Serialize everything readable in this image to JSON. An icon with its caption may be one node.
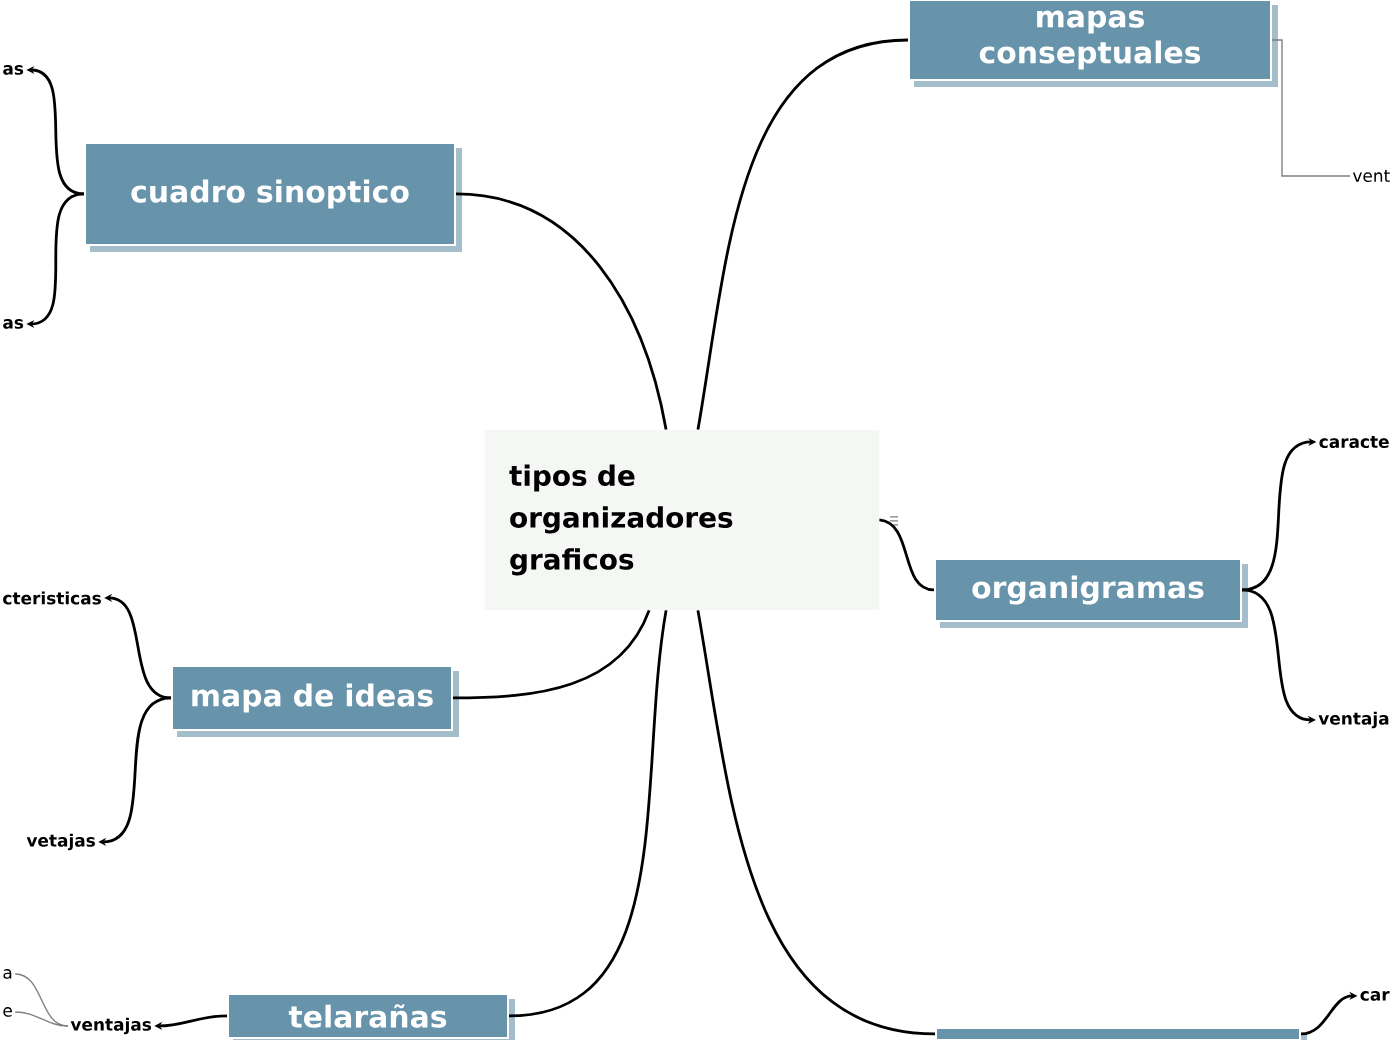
{
  "diagram": {
    "nodes": [
      {
        "text": [
          "tipos de organizadores graficos"
        ]
      },
      {
        "text": [
          "mapas conseptuales"
        ]
      },
      {
        "text": [
          "cuadro sinoptico"
        ]
      },
      {
        "text": [
          "organigramas"
        ]
      },
      {
        "text": [
          "mapa de ideas"
        ]
      },
      {
        "text": [
          "telarañas"
        ]
      },
      {
        "text": [],
        "shape": "box"
      },
      {
        "text": [
          "as"
        ]
      },
      {
        "text": [
          "as"
        ]
      },
      {
        "text": [
          "cteristicas"
        ]
      },
      {
        "text": [
          "vetajas"
        ]
      },
      {
        "text": [
          "a"
        ]
      },
      {
        "text": [
          "e"
        ]
      },
      {
        "text": [
          "ventajas"
        ]
      },
      {
        "text": [
          "vent"
        ]
      },
      {
        "text": [
          "caracte"
        ]
      },
      {
        "text": [
          "ventaja"
        ]
      },
      {
        "text": [
          "car"
        ]
      }
    ],
    "edges": [
      {
        "from": 0,
        "to": 1,
        "arrow": "none"
      },
      {
        "from": 0,
        "to": 2,
        "arrow": "none"
      },
      {
        "from": 0,
        "to": 3,
        "arrow": "none"
      },
      {
        "from": 0,
        "to": 4,
        "arrow": "none"
      },
      {
        "from": 0,
        "to": 5,
        "arrow": "none"
      },
      {
        "from": 0,
        "to": 6,
        "arrow": "none"
      },
      {
        "from": 2,
        "to": 7,
        "arrow": "to"
      },
      {
        "from": 2,
        "to": 8,
        "arrow": "to"
      },
      {
        "from": 4,
        "to": 9,
        "arrow": "to"
      },
      {
        "from": 4,
        "to": 10,
        "arrow": "to"
      },
      {
        "from": 5,
        "to": 13,
        "arrow": "to"
      },
      {
        "from": 13,
        "to": 11,
        "arrow": "none",
        "color": "#808080"
      },
      {
        "from": 13,
        "to": 12,
        "arrow": "none",
        "color": "#808080"
      },
      {
        "from": 1,
        "to": 14,
        "arrow": "none",
        "color": "#808080"
      },
      {
        "from": 3,
        "to": 15,
        "arrow": "to"
      },
      {
        "from": 3,
        "to": 16,
        "arrow": "to"
      },
      {
        "from": 6,
        "to": 17,
        "arrow": "to"
      }
    ]
  }
}
